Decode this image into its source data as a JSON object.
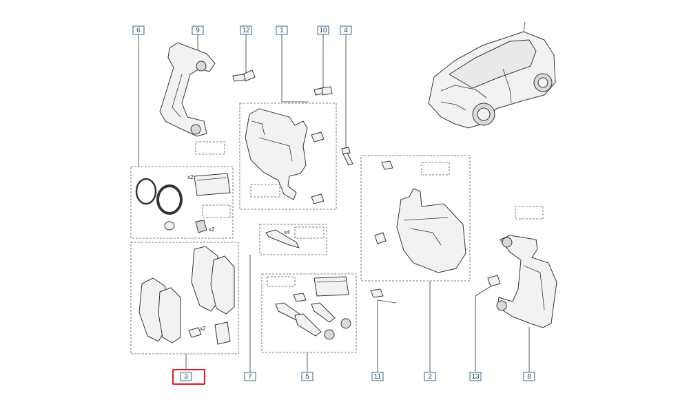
{
  "callouts": {
    "c6": "6",
    "c9": "9",
    "c12": "12",
    "c1": "1",
    "c10": "10",
    "c4": "4",
    "c3": "3",
    "c7": "7",
    "c5": "5",
    "c11": "11",
    "c2": "2",
    "c13": "13",
    "c8": "8"
  },
  "quantities": {
    "seal_kit_x2": "x2",
    "seal_kit_bushing_x2": "x2",
    "clip_x4": "x4",
    "pad_bolt_x2": "x2"
  },
  "selected_callout": "3",
  "colors": {
    "callout_border": "#2c6a8a",
    "selection": "#e0151b"
  }
}
